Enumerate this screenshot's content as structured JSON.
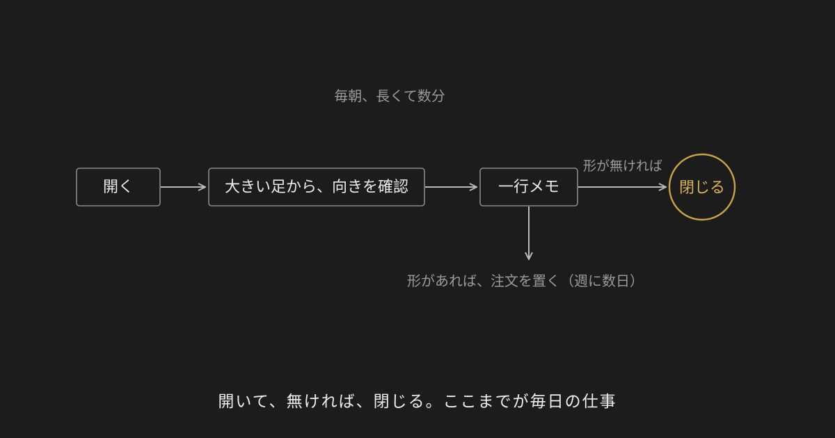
{
  "diagram": {
    "top_note": "毎朝、長くて数分",
    "nodes": {
      "open": "開く",
      "check": "大きい足から、向きを確認",
      "memo": "一行メモ",
      "close": "閉じる"
    },
    "edges": {
      "no_shape_label": "形が無ければ",
      "has_shape_label": "形があれば、注文を置く（週に数日）"
    },
    "caption": "開いて、無ければ、閉じる。ここまでが毎日の仕事",
    "colors": {
      "background": "#1c1c1c",
      "box_border": "#8a8a8a",
      "arrow": "#b9b9b9",
      "accent_gold": "#c9a44a",
      "text_primary": "#ececec",
      "text_muted": "#9a9a9a"
    }
  }
}
